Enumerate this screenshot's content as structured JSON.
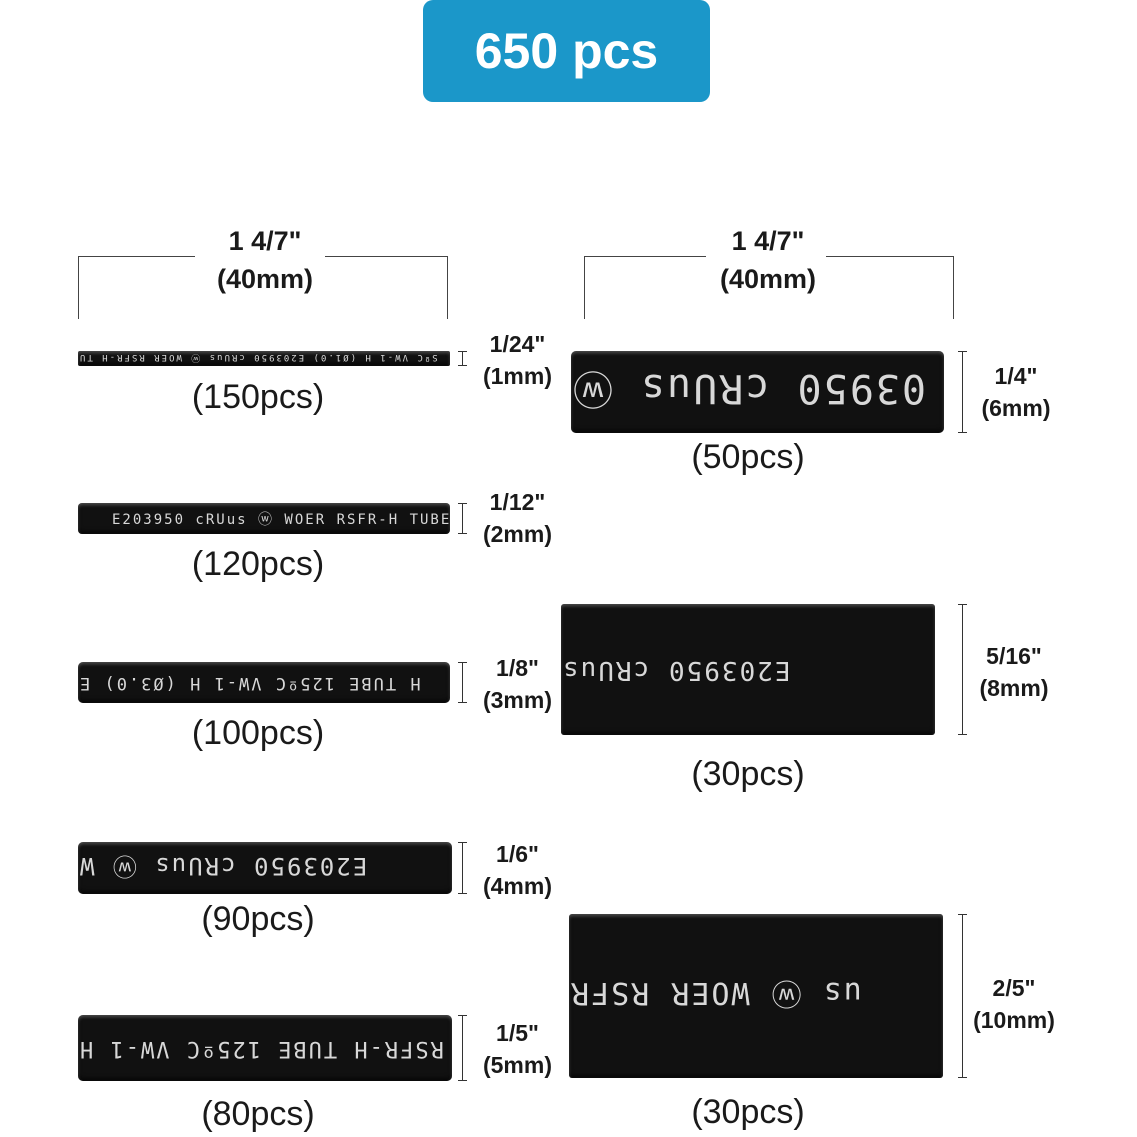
{
  "badge": {
    "label": "650 pcs",
    "color": "#1b97c9"
  },
  "dimensions": {
    "left_length": {
      "inches": "1 4/7\"",
      "mm": "(40mm)"
    },
    "right_length": {
      "inches": "1 4/7\"",
      "mm": "(40mm)"
    }
  },
  "tubes": [
    {
      "count": "(150pcs)",
      "size_in": "1/24\"",
      "size_mm": "(1mm)",
      "print": "SºC VW-1 H (Ø1.0) E203950 cRUus ⓦ WOER RSFR-H TU"
    },
    {
      "count": "(120pcs)",
      "size_in": "1/12\"",
      "size_mm": "(2mm)",
      "print": "E203950 cRUus ⓦ WOER RSFR-H TUBE"
    },
    {
      "count": "(100pcs)",
      "size_in": "1/8\"",
      "size_mm": "(3mm)",
      "print": "H TUBE 125ºC VW-1 H (Ø3.0) E"
    },
    {
      "count": "(90pcs)",
      "size_in": "1/6\"",
      "size_mm": "(4mm)",
      "print": "E203950 cRUus ⓦ W"
    },
    {
      "count": "(80pcs)",
      "size_in": "1/5\"",
      "size_mm": "(5mm)",
      "print": "RSFR-H TUBE 125ºC VW-1 H"
    },
    {
      "count": "(50pcs)",
      "size_in": "1/4\"",
      "size_mm": "(6mm)",
      "print": "03950 cRUus ⓦ"
    },
    {
      "count": "(30pcs)",
      "size_in": "5/16\"",
      "size_mm": "(8mm)",
      "print": "E203950 cRUus"
    },
    {
      "count": "(30pcs)",
      "size_in": "2/5\"",
      "size_mm": "(10mm)",
      "print": "us ⓦ WOER RSFR"
    }
  ]
}
